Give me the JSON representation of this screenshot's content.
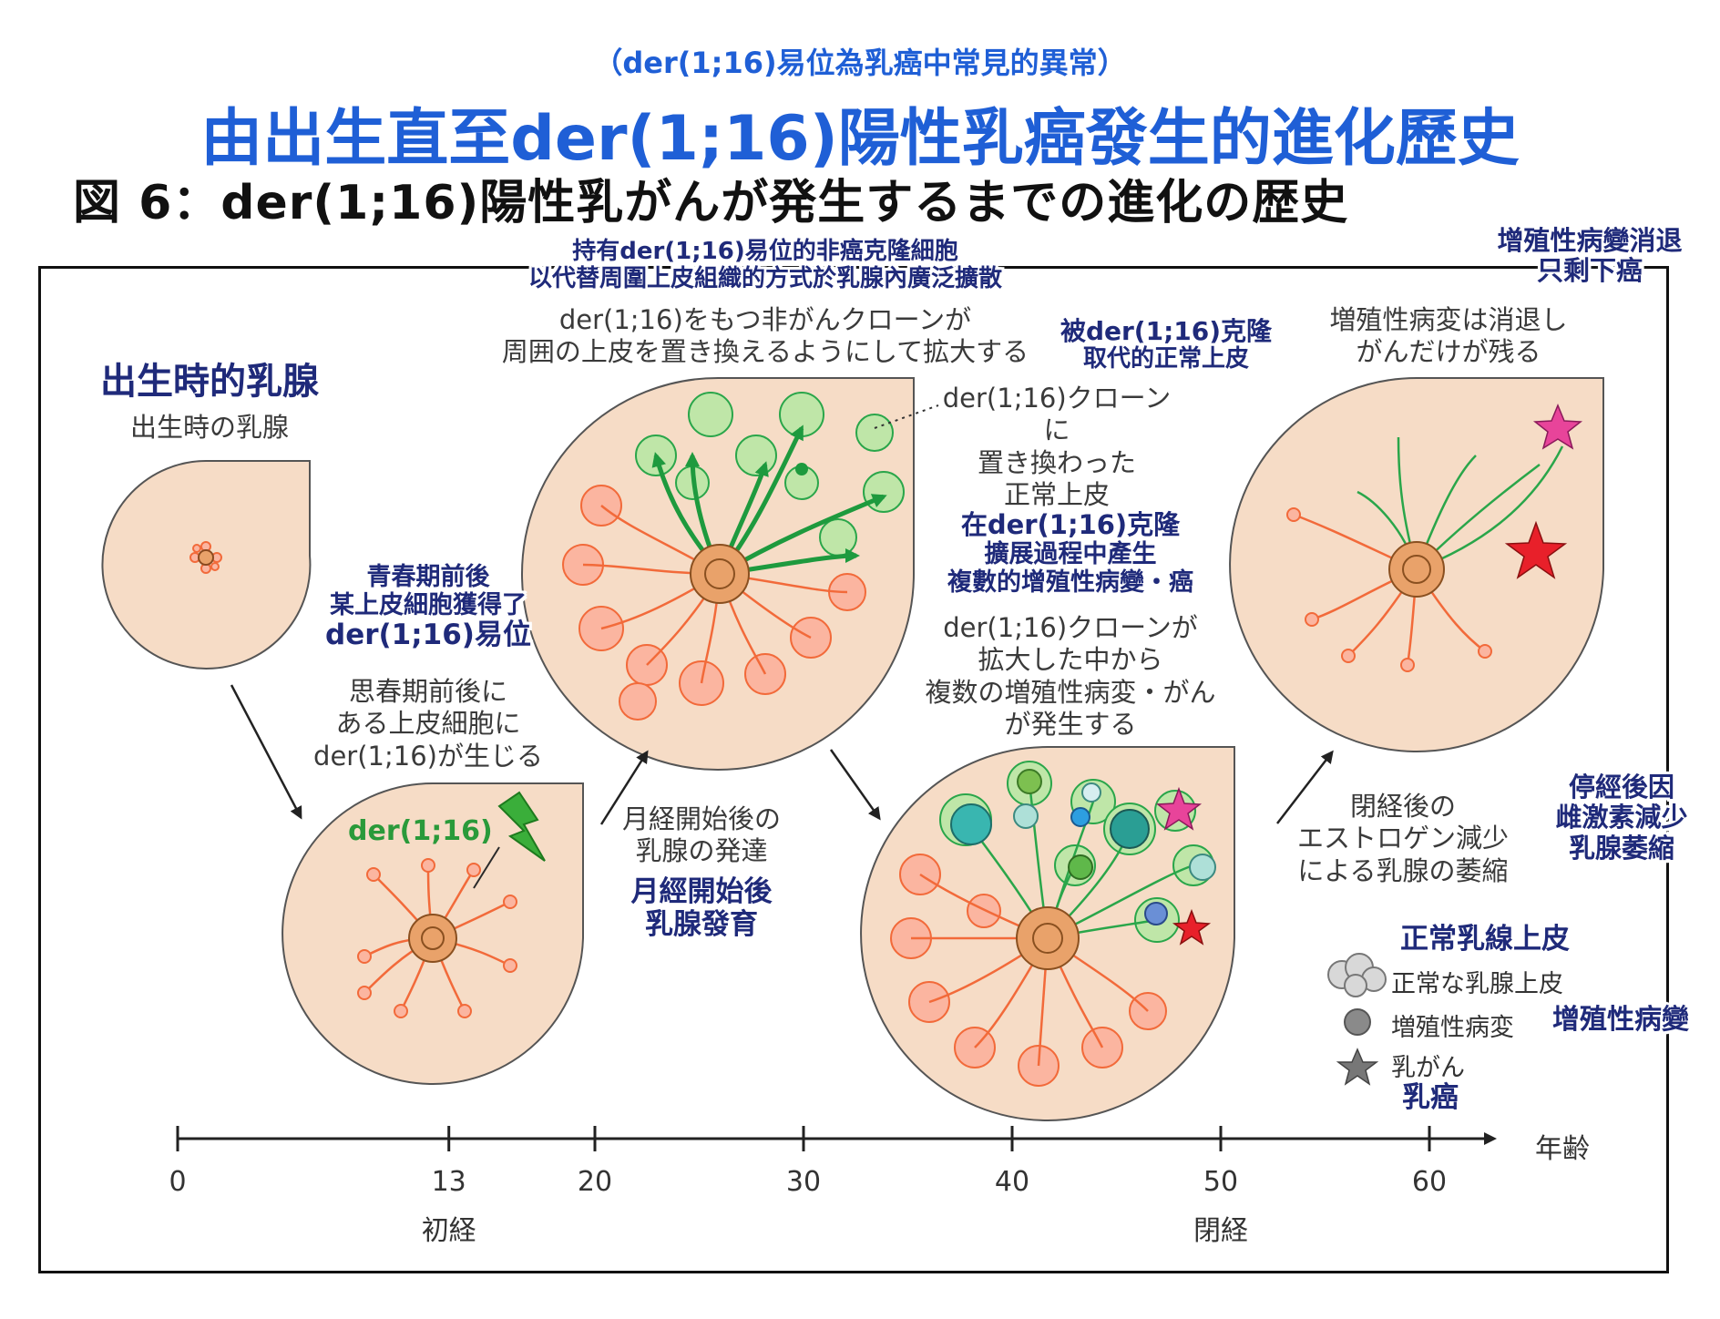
{
  "header": {
    "subtitle": "（der(1;16)易位為乳癌中常見的異常）",
    "title_zh": "由出生直至der(1;16)陽性乳癌發生的進化歷史",
    "title_jp": "図 6：der(1;16)陽性乳がんが発生するまでの進化の歴史"
  },
  "stages": {
    "birth": {
      "zh": [
        "出生時的乳腺"
      ],
      "jp": [
        "出生時の乳腺"
      ]
    },
    "puberty": {
      "zh": [
        "青春期前後",
        "某上皮細胞獲得了",
        "der(1;16)易位"
      ],
      "jp": [
        "思春期前後に",
        "ある上皮細胞に",
        "der(1;16)が生じる"
      ],
      "marker": "der(1;16)"
    },
    "menarche": {
      "zh": [
        "月經開始後",
        "乳腺發育"
      ],
      "jp": [
        "月経開始後の",
        "乳腺の発達"
      ]
    },
    "clone_expand": {
      "zh": [
        "持有der(1;16)易位的非癌克隆細胞",
        "以代替周圍上皮組織的方式於乳腺內廣泛擴散"
      ],
      "jp": [
        "der(1;16)をもつ非がんクローンが",
        "周囲の上皮を置き換えるようにして拡大する"
      ]
    },
    "replaced": {
      "zh": [
        "被der(1;16)克隆",
        "取代的正常上皮"
      ],
      "jp": [
        "der(1;16)クローンに",
        "置き換わった",
        "正常上皮"
      ]
    },
    "lesions": {
      "zh": [
        "在der(1;16)克隆",
        "擴展過程中產生",
        "複數的增殖性病變・癌"
      ],
      "jp": [
        "der(1;16)クローンが",
        "拡大した中から",
        "複数の増殖性病変・がん",
        "が発生する"
      ]
    },
    "menopause": {
      "zh": [
        "停經後因",
        "雌激素減少",
        "乳腺萎縮"
      ],
      "jp": [
        "閉経後の",
        "エストロゲン減少",
        "による乳腺の萎縮"
      ]
    },
    "final": {
      "zh": [
        "增殖性病變消退",
        "只剩下癌"
      ],
      "jp": [
        "増殖性病変は消退し",
        "がんだけが残る"
      ]
    }
  },
  "legend": {
    "normal_jp": "正常な乳腺上皮",
    "normal_zh": "正常乳線上皮",
    "lesion_jp": "増殖性病変",
    "lesion_zh": "增殖性病變",
    "cancer_jp": "乳がん",
    "cancer_zh": "乳癌"
  },
  "timeline": {
    "axis_label": "年齢",
    "ticks": [
      {
        "age": 0,
        "label": "0"
      },
      {
        "age": 13,
        "label": "13"
      },
      {
        "age": 20,
        "label": "20"
      },
      {
        "age": 30,
        "label": "30"
      },
      {
        "age": 40,
        "label": "40"
      },
      {
        "age": 50,
        "label": "50"
      },
      {
        "age": 60,
        "label": "60"
      }
    ],
    "events": [
      {
        "age": 13,
        "label": "初経"
      },
      {
        "age": 50,
        "label": "閉経"
      }
    ]
  },
  "colors": {
    "breast_fill": "#f6dcc6",
    "duct_orange": "#f26a3a",
    "nipple": "#e9a26a",
    "clone_green": "#2aa64a",
    "clone_fill": "#bfe6a8",
    "accent_blue": "#1f5fd6",
    "star_red": "#e8202a",
    "star_pink": "#e8449a"
  }
}
